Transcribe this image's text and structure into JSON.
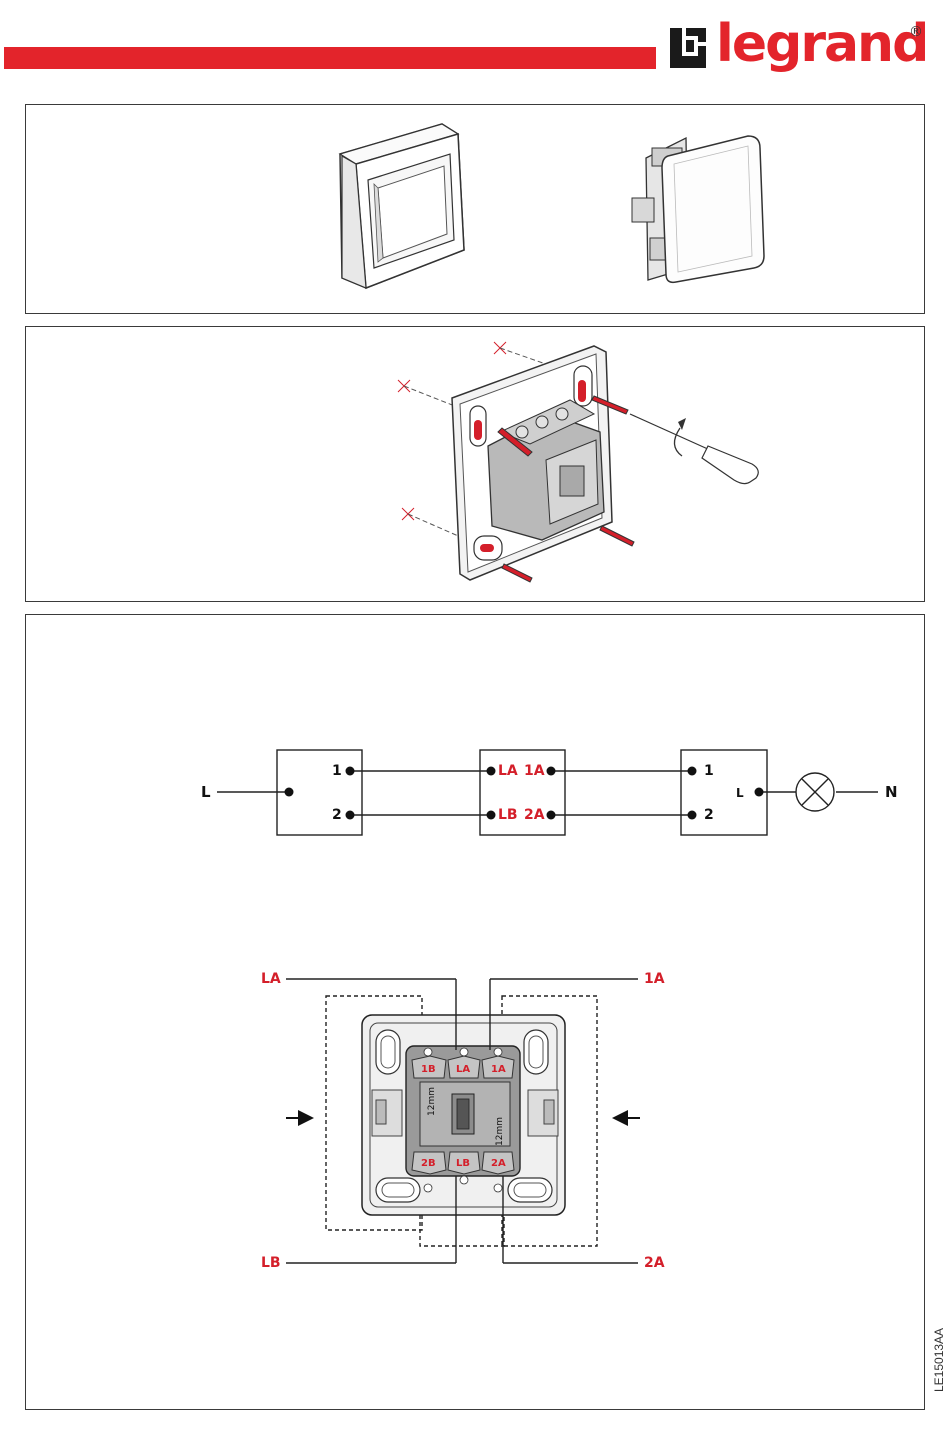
{
  "brand": {
    "name": "legrand",
    "registered_mark": "®",
    "accent_color": "#e3242b"
  },
  "panels": [
    {
      "id": "products",
      "illustrations": [
        "switch-mounted-front",
        "switch-mechanism-side"
      ]
    },
    {
      "id": "mounting",
      "illustrations": [
        "switch-mounting-screws",
        "screwdriver-icon"
      ]
    },
    {
      "id": "wiring",
      "illustrations": [
        "circuit-diagram",
        "terminal-diagram"
      ]
    }
  ],
  "circuit": {
    "line_label": "L",
    "neutral_label": "N",
    "left_switch": {
      "t1": "1",
      "t2": "2"
    },
    "middle_switch": {
      "t_la": "LA",
      "t_1a": "1A",
      "t_lb": "LB",
      "t_2a": "2A"
    },
    "right_switch": {
      "t1": "1",
      "t2": "2",
      "common": "L"
    },
    "lamp": "lamp-icon"
  },
  "terminals": {
    "callouts": {
      "top_left": "LA",
      "top_right": "1A",
      "bottom_left": "LB",
      "bottom_right": "2A"
    },
    "top_row": [
      "1B",
      "LA",
      "1A"
    ],
    "bottom_row": [
      "2B",
      "LB",
      "2A"
    ],
    "strip_length_left": "12mm",
    "strip_length_right": "12mm"
  },
  "document_code": "LE15013AA"
}
